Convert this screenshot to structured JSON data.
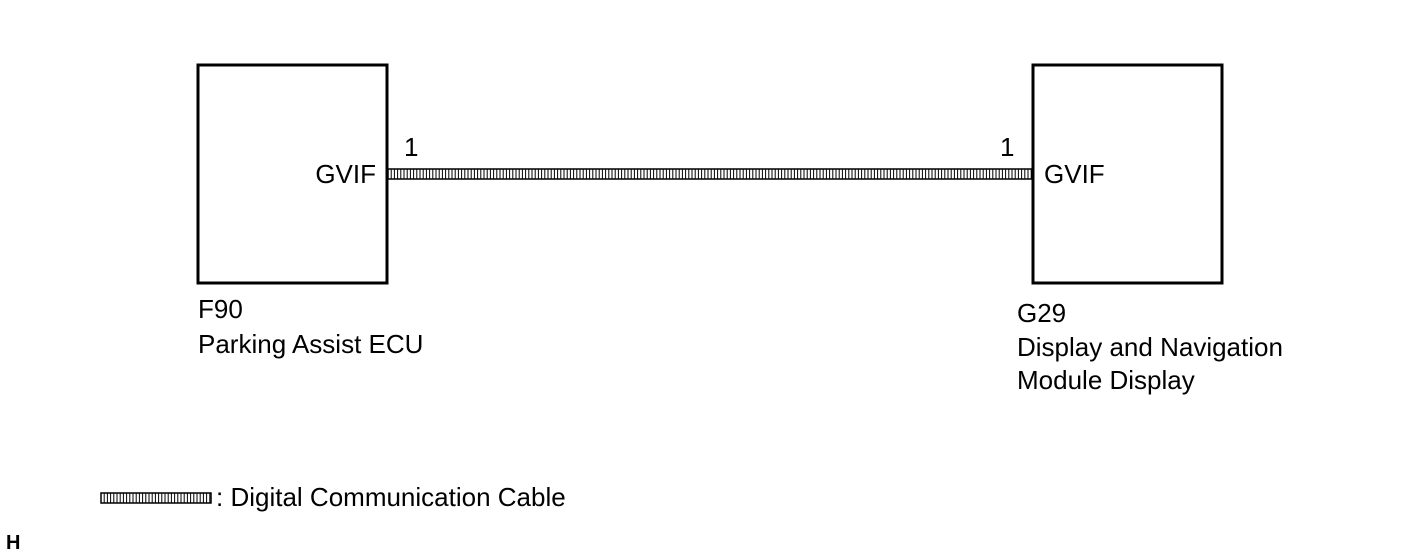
{
  "left_component": {
    "code": "F90",
    "name": "Parking Assist ECU",
    "terminal": "GVIF",
    "pin": "1"
  },
  "right_component": {
    "code": "G29",
    "name_line1": "Display and Navigation",
    "name_line2": "Module Display",
    "terminal": "GVIF",
    "pin": "1"
  },
  "legend": {
    "label": ": Digital Communication Cable"
  },
  "corner_tag": "H"
}
